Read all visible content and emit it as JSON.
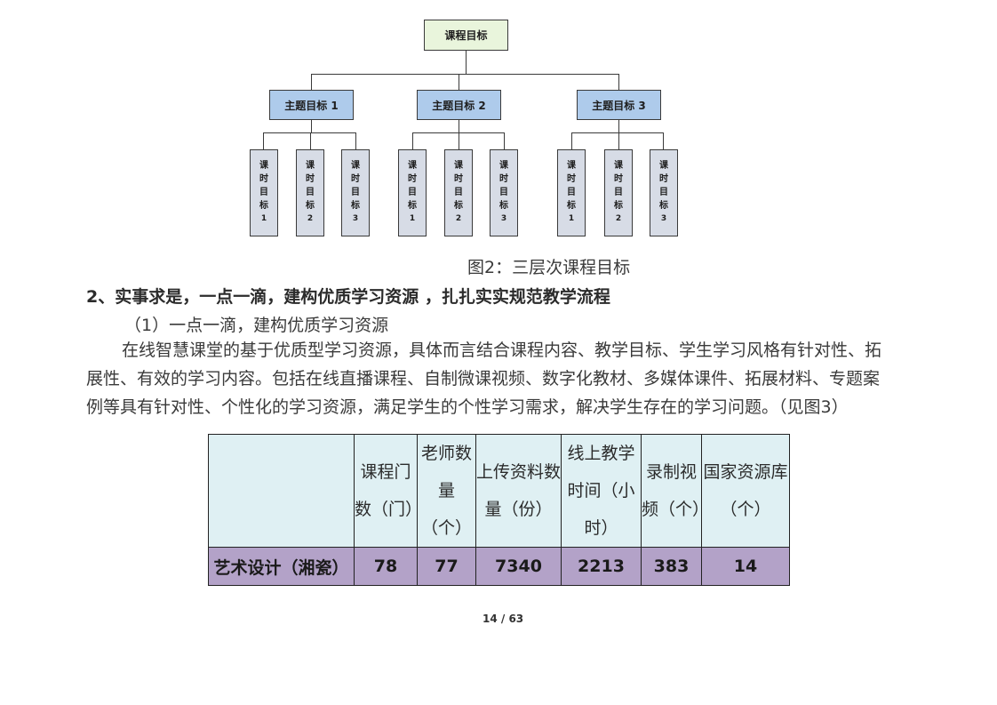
{
  "diagram": {
    "root": "课程目标",
    "themes": [
      {
        "label": "主题目标 1",
        "lessons": [
          "课时目标1",
          "课时目标2",
          "课时目标3"
        ]
      },
      {
        "label": "主题目标 2",
        "lessons": [
          "课时目标1",
          "课时目标2",
          "课时目标3"
        ]
      },
      {
        "label": "主题目标 3",
        "lessons": [
          "课时目标1",
          "课时目标2",
          "课时目标3"
        ]
      }
    ]
  },
  "caption": "图2：三层次课程目标",
  "heading": "2、实事求是，一点一滴，建构优质学习资源 ，扎扎实实规范教学流程",
  "subheading": "（1）一点一滴，建构优质学习资源",
  "paragraph": [
    "在线智慧课堂的基于优质型学习资源，具体而言结合课程内容、教学目标、学生学习风格有针对性、拓",
    "展性、有效的学习内容。包括在线直播课程、自制微课视频、数字化教材、多媒体课件、拓展材料、专题案",
    "例等具有针对性、个性化的学习资源，满足学生的个性学习需求，解决学生存在的学习问题。（见图3）"
  ],
  "table": {
    "headers": [
      "",
      "课程门数（门）",
      "老师数量（个）",
      "上传资料数量（份）",
      "线上教学时间（小时）",
      "录制视频（个）",
      "国家资源库（个）"
    ],
    "row": {
      "label": "艺术设计（湘瓷）",
      "values": [
        "78",
        "77",
        "7340",
        "2213",
        "383",
        "14"
      ]
    }
  },
  "page_number": "14 / 63"
}
